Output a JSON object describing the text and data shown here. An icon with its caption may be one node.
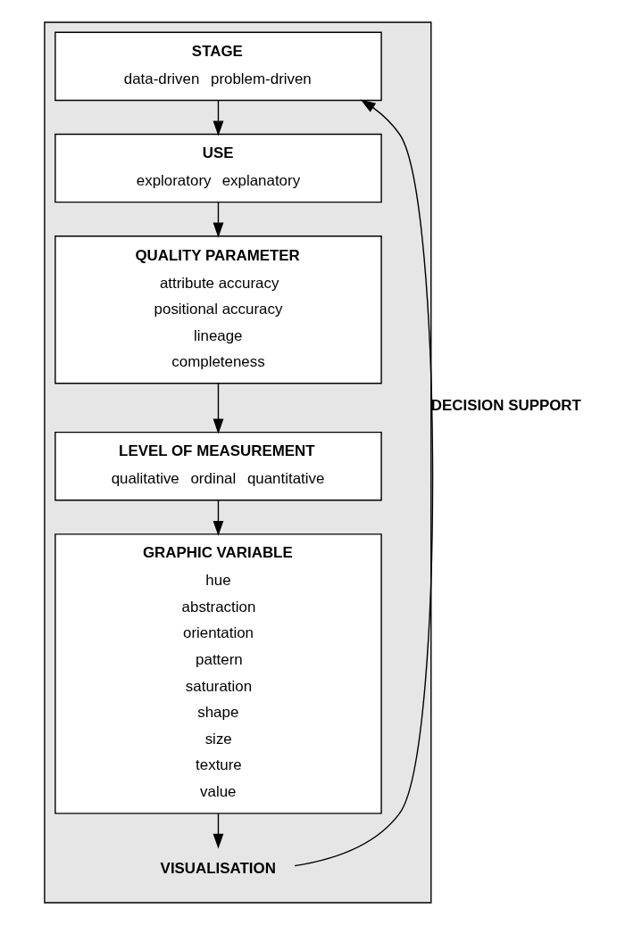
{
  "diagram": {
    "nodes": [
      {
        "text": [],
        "shape": "box"
      },
      {
        "text": [
          "STAGE",
          "data-driven",
          "problem-driven"
        ],
        "in": 0
      },
      {
        "text": [
          "USE",
          "exploratory",
          "explanatory"
        ],
        "in": 0
      },
      {
        "text": [
          "QUALITY PARAMETER",
          "attribute accuracy",
          "positional accuracy",
          "lineage",
          "completeness"
        ],
        "in": 0
      },
      {
        "text": [
          "LEVEL OF MEASUREMENT",
          "qualitative",
          "ordinal",
          "quantitative"
        ],
        "in": 0
      },
      {
        "text": [
          "GRAPHIC VARIABLE",
          "hue",
          "abstraction",
          "orientation",
          "pattern",
          "saturation",
          "shape",
          "size",
          "texture",
          "value"
        ],
        "in": 0
      },
      {
        "text": [
          "VISUALISATION"
        ],
        "in": 0
      }
    ],
    "edges": [
      {
        "from": 1,
        "to": 2,
        "arrow": "to"
      },
      {
        "from": 2,
        "to": 3,
        "arrow": "to"
      },
      {
        "from": 3,
        "to": 4,
        "arrow": "to"
      },
      {
        "from": 4,
        "to": 5,
        "arrow": "to"
      },
      {
        "from": 5,
        "to": 6,
        "arrow": "to"
      },
      {
        "from": 6,
        "to": 1,
        "arrow": "to",
        "label": "DECISION SUPPORT"
      }
    ]
  }
}
